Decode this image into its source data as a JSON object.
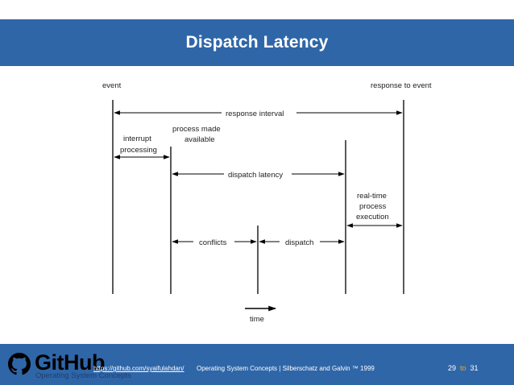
{
  "slide": {
    "title": "Dispatch Latency"
  },
  "diagram": {
    "labels": {
      "event": "event",
      "response_to_event": "response to event",
      "response_interval": "response interval",
      "interrupt_processing": [
        "interrupt",
        "processing"
      ],
      "process_made_available": [
        "process made",
        "available"
      ],
      "dispatch_latency": "dispatch latency",
      "real_time_process_execution": [
        "real-time",
        "process",
        "execution"
      ],
      "conflicts": "conflicts",
      "dispatch": "dispatch",
      "time": "time"
    },
    "line_color": "#000000"
  },
  "footer": {
    "logo_text": "GitHub",
    "subtitle": "Operating System Concepts",
    "link": "https://github.com/syaifulahdan/",
    "credit": "Operating System Concepts | Silberschatz and Galvin ™ 1999",
    "page_current": "29",
    "page_separator": "to",
    "page_total": "31",
    "brand_color": "#2f66a8",
    "accent_color": "#f2a33a"
  }
}
